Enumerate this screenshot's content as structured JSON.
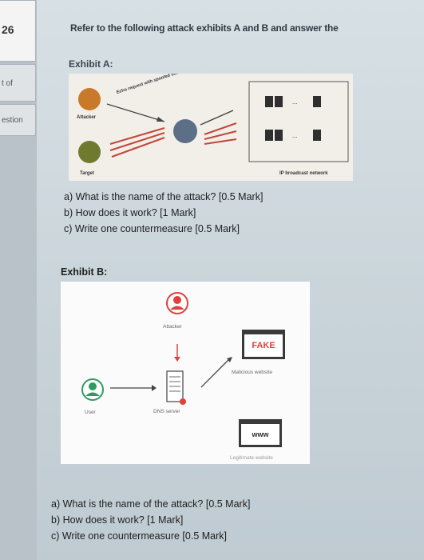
{
  "sidebar": {
    "question_number": "26",
    "out_of_label": "t of",
    "question_label": "estion"
  },
  "header": {
    "instruction": "Refer to the following attack exhibits A and B and answer the"
  },
  "exhibit_a": {
    "label": "Exhibit A:",
    "attacker_label": "Attacker",
    "target_label": "Target",
    "network_label": "IP broadcast network",
    "packet_label": "Echo request with spoofed source IP",
    "ellipsis": "...",
    "questions": [
      "a) What is the name of the attack? [0.5 Mark]",
      "b) How does it work? [1 Mark]",
      "c) Write one countermeasure [0.5 Mark]"
    ]
  },
  "exhibit_b": {
    "label": "Exhibit B:",
    "attacker_label": "Attacker",
    "user_label": "User",
    "dns_label": "DNS server",
    "fake_label": "FAKE",
    "malicious_label": "Malicious website",
    "www_label": "www",
    "legit_label": "Legitimate website",
    "questions": [
      "a) What is the name of the attack? [0.5 Mark]",
      "b) How does it work? [1 Mark]",
      "c) Write one countermeasure [0.5 Mark]"
    ]
  },
  "colors": {
    "attacker": "#c9792a",
    "target": "#6f7a2f",
    "router": "#5d6f86",
    "red_arrow": "#c2473b",
    "user_green": "#2f9b63",
    "attacker_red": "#e0413a"
  }
}
